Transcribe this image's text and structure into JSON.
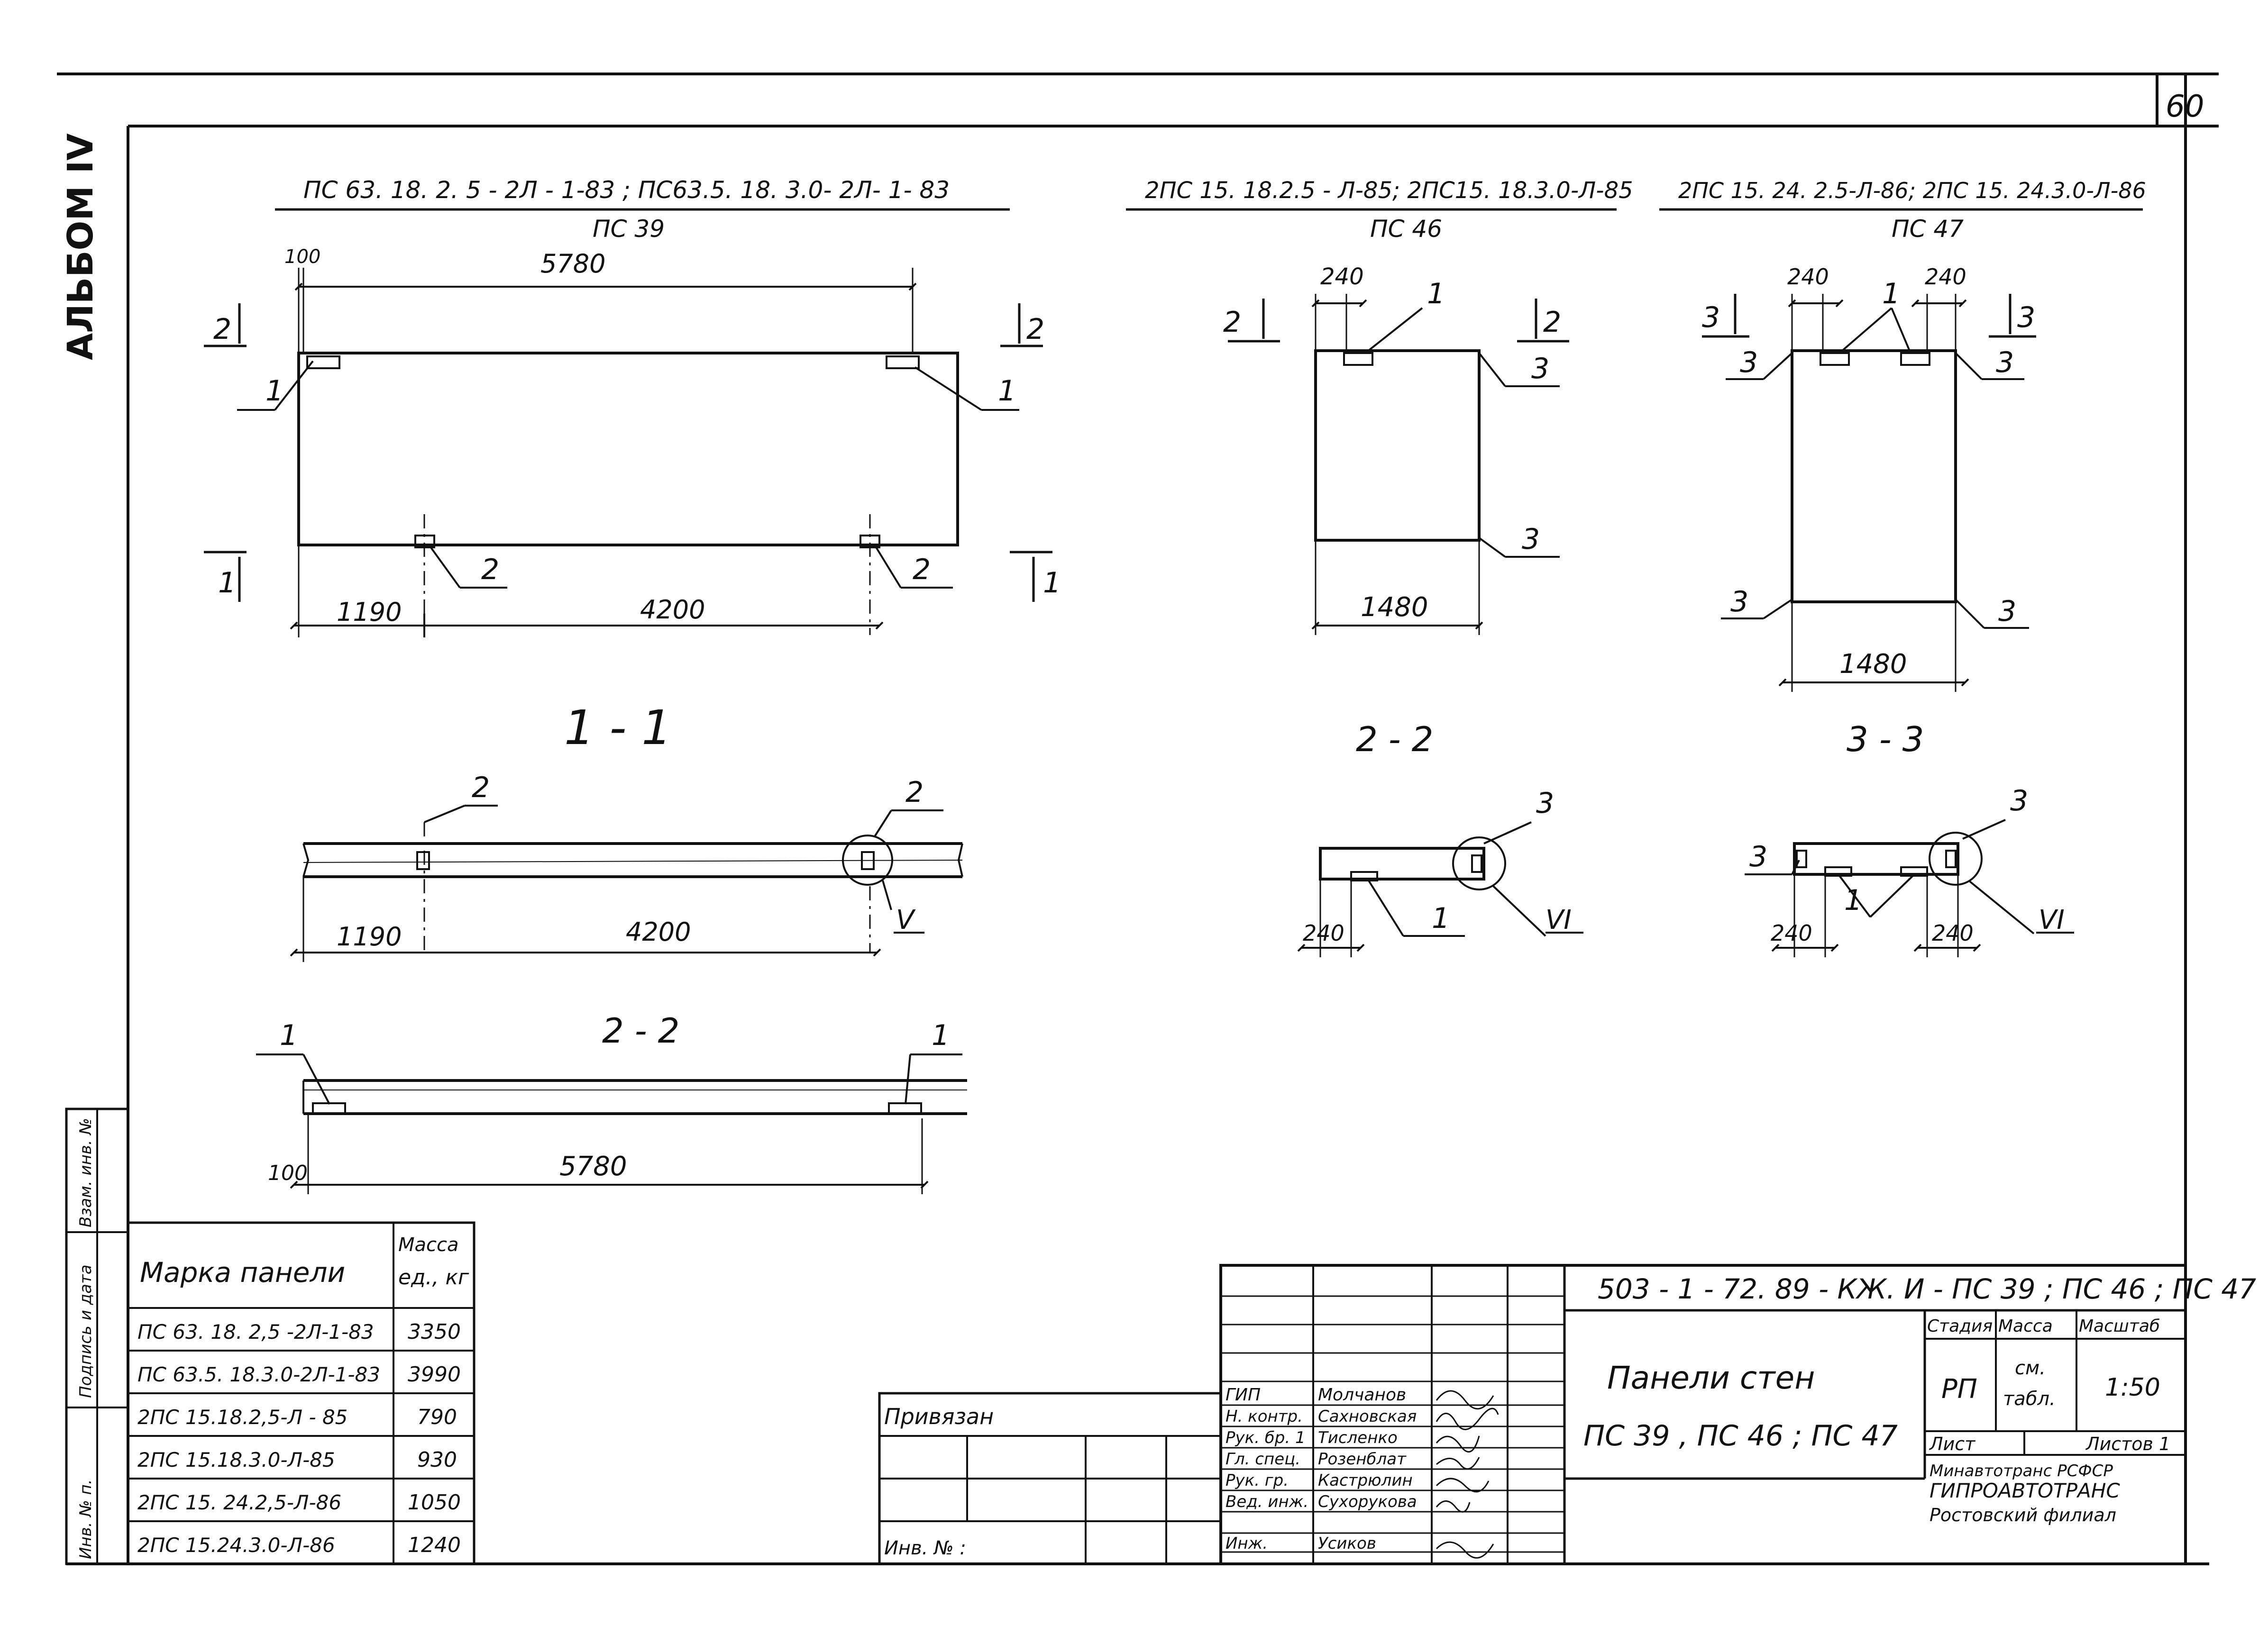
{
  "album_label": "АЛЬБОМ IV",
  "sheet_number": "60",
  "views": {
    "v1": {
      "title": "ПС 63. 18. 2. 5 - 2Л - 1-83 ; ПС63.5. 18. 3.0- 2Л- 1- 83",
      "subtitle": "ПС 39",
      "dim_top": "5780",
      "dim_top_small": "100",
      "dim_bot_left": "1190",
      "dim_bot_right": "4200",
      "callout_1": "1",
      "callout_2": "2",
      "cut_1": "1",
      "cut_2": "2"
    },
    "v2": {
      "title": "2ПС 15. 18.2.5 - Л-85; 2ПС15. 18.3.0-Л-85",
      "subtitle": "ПС 46",
      "dim_top": "240",
      "dim_bot": "1480",
      "callout_1": "1",
      "callout_3": "3",
      "cut_2": "2"
    },
    "v3": {
      "title": "2ПС 15. 24. 2.5-Л-86; 2ПС 15. 24.3.0-Л-86",
      "subtitle": "ПС 47",
      "dim_top_l": "240",
      "dim_top_r": "240",
      "dim_bot": "1480",
      "callout_1": "1",
      "callout_3": "3",
      "cut_3": "3"
    }
  },
  "sections": {
    "s11": {
      "title": "1 - 1",
      "callout_2": "2",
      "dim_left": "1190",
      "dim_right": "4200",
      "node": "V"
    },
    "s22a": {
      "title": "2 - 2",
      "callout_1": "1",
      "dim_small": "100",
      "dim_main": "5780"
    },
    "s22b": {
      "title": "2 - 2",
      "callout_3": "3",
      "callout_1": "1",
      "dim": "240",
      "node": "VI"
    },
    "s33": {
      "title": "3 - 3",
      "callout_3": "3",
      "callout_1": "1",
      "dim_l": "240",
      "dim_r": "240",
      "node": "VI"
    }
  },
  "side_stamp": [
    "Инв. № п.",
    "Подпись и дата",
    "Взам. инв. №"
  ],
  "mass_table": {
    "header_marka": "Марка панели",
    "header_mass_1": "Масса",
    "header_mass_2": "ед., кг",
    "rows": [
      {
        "marka": "ПС 63. 18. 2,5 -2Л-1-83",
        "mass": "3350"
      },
      {
        "marka": "ПС 63.5. 18.3.0-2Л-1-83",
        "mass": "3990"
      },
      {
        "marka": "2ПС 15.18.2,5-Л - 85",
        "mass": "790"
      },
      {
        "marka": "2ПС 15.18.3.0-Л-85",
        "mass": "930"
      },
      {
        "marka": "2ПС 15. 24.2,5-Л-86",
        "mass": "1050"
      },
      {
        "marka": "2ПС 15.24.3.0-Л-86",
        "mass": "1240"
      }
    ]
  },
  "title_block": {
    "privyazan": "Привязан",
    "inv": "Инв. № :",
    "signers": [
      {
        "role": "ГИП",
        "name": "Молчанов"
      },
      {
        "role": "Н. контр.",
        "name": "Сахновская"
      },
      {
        "role": "Рук. бр. 1",
        "name": "Тисленко"
      },
      {
        "role": "Гл. спец.",
        "name": "Розенблат"
      },
      {
        "role": "Рук. гр.",
        "name": "Кастрюлин"
      },
      {
        "role": "Вед. инж.",
        "name": "Сухорукова"
      },
      {
        "role": "Инж.",
        "name": "Усиков"
      }
    ],
    "doc_code": "503 - 1 - 72. 89 - КЖ. И - ПС 39 ; ПС 46 ; ПС 47",
    "name_line1": "Панели стен",
    "name_line2": "ПС 39 , ПС 46 ; ПС 47",
    "stage_h": "Стадия",
    "mass_h": "Масса",
    "scale_h": "Масштаб",
    "stage": "РП",
    "mass_1": "см.",
    "mass_2": "табл.",
    "scale": "1:50",
    "list_h": "Лист",
    "lists_h": "Листов 1",
    "org_1": "Минавтотранс РСФСР",
    "org_2": "ГИПРОАВТОТРАНС",
    "org_3": "Ростовский филиал"
  }
}
